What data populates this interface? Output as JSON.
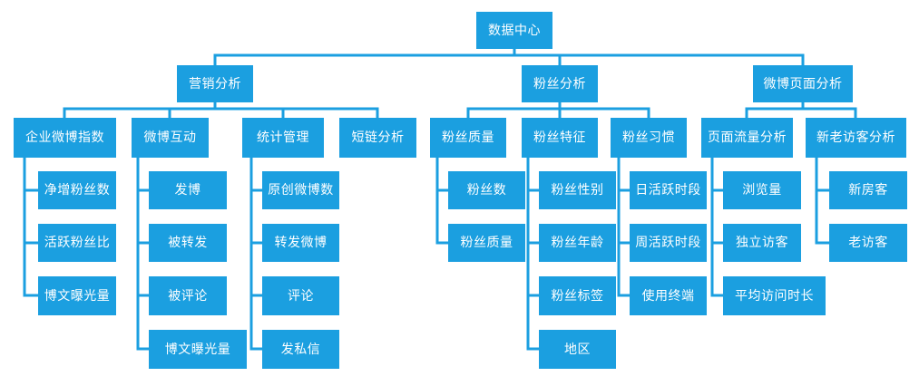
{
  "root": {
    "label": "数据中心"
  },
  "categories": [
    {
      "label": "营销分析",
      "groups": [
        {
          "label": "企业微博指数",
          "items": [
            "净增粉丝数",
            "活跃粉丝比",
            "博文曝光量"
          ]
        },
        {
          "label": "微博互动",
          "items": [
            "发博",
            "被转发",
            "被评论",
            "博文曝光量"
          ]
        },
        {
          "label": "统计管理",
          "items": [
            "原创微博数",
            "转发微博",
            "评论",
            "发私信"
          ]
        },
        {
          "label": "短链分析",
          "items": []
        }
      ]
    },
    {
      "label": "粉丝分析",
      "groups": [
        {
          "label": "粉丝质量",
          "items": [
            "粉丝数",
            "粉丝质量"
          ]
        },
        {
          "label": "粉丝特征",
          "items": [
            "粉丝性别",
            "粉丝年龄",
            "粉丝标签",
            "地区"
          ]
        },
        {
          "label": "粉丝习惯",
          "items": [
            "日活跃时段",
            "周活跃时段",
            "使用终端"
          ]
        }
      ]
    },
    {
      "label": "微博页面分析",
      "groups": [
        {
          "label": "页面流量分析",
          "items": [
            "浏览量",
            "独立访客",
            "平均访问时长"
          ]
        },
        {
          "label": "新老访客分析",
          "items": [
            "新房客",
            "老访客"
          ]
        }
      ]
    }
  ],
  "colors": {
    "node_fill": "#1b9fe0",
    "line": "#1b9fe0",
    "text": "#ffffff",
    "background": "#ffffff"
  }
}
